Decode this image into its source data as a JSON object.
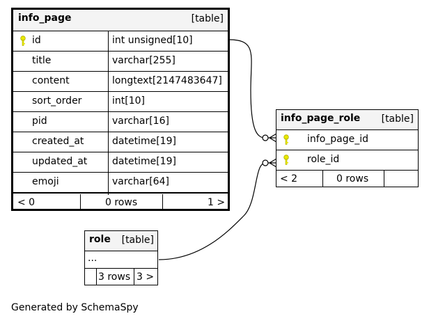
{
  "tables": {
    "info_page": {
      "name": "info_page",
      "kind": "[table]",
      "columns": [
        {
          "name": "id",
          "type": "int unsigned[10]",
          "key": true
        },
        {
          "name": "title",
          "type": "varchar[255]"
        },
        {
          "name": "content",
          "type": "longtext[2147483647]"
        },
        {
          "name": "sort_order",
          "type": "int[10]"
        },
        {
          "name": "pid",
          "type": "varchar[16]"
        },
        {
          "name": "created_at",
          "type": "datetime[19]"
        },
        {
          "name": "updated_at",
          "type": "datetime[19]"
        },
        {
          "name": "emoji",
          "type": "varchar[64]"
        }
      ],
      "footer": {
        "left": "< 0",
        "mid": "0 rows",
        "right": "1 >"
      }
    },
    "info_page_role": {
      "name": "info_page_role",
      "kind": "[table]",
      "columns": [
        {
          "name": "info_page_id",
          "key": true
        },
        {
          "name": "role_id",
          "key": true
        }
      ],
      "footer": {
        "left": "< 2",
        "mid": "0 rows",
        "right": ""
      }
    },
    "role": {
      "name": "role",
      "kind": "[table]",
      "body": "...",
      "footer": {
        "left": "",
        "mid": "3 rows",
        "right": "3 >"
      }
    }
  },
  "caption": "Generated by SchemaSpy",
  "colors": {
    "key": "#e8e800",
    "header_bg": "#f4f4f4",
    "border": "#000000"
  }
}
